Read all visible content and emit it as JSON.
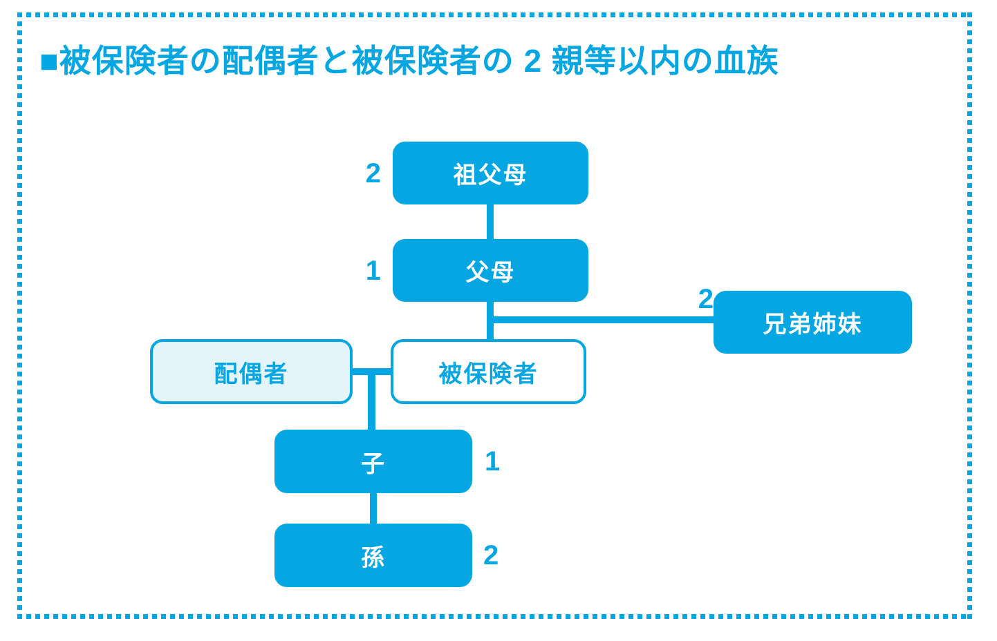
{
  "title": "■被保険者の配偶者と被保険者の 2 親等以内の血族",
  "colors": {
    "primary": "#05A6E1",
    "light_fill": "#E4F4FB",
    "text_on_blue": "#FFFFFF"
  },
  "nodes": {
    "grandparents": {
      "label": "祖父母",
      "degree": "2"
    },
    "parents": {
      "label": "父母",
      "degree": "1"
    },
    "siblings": {
      "label": "兄弟姉妹",
      "degree": "2"
    },
    "spouse": {
      "label": "配偶者"
    },
    "insured": {
      "label": "被保険者"
    },
    "child": {
      "label": "子",
      "degree": "1"
    },
    "grandchild": {
      "label": "孫",
      "degree": "2"
    }
  }
}
